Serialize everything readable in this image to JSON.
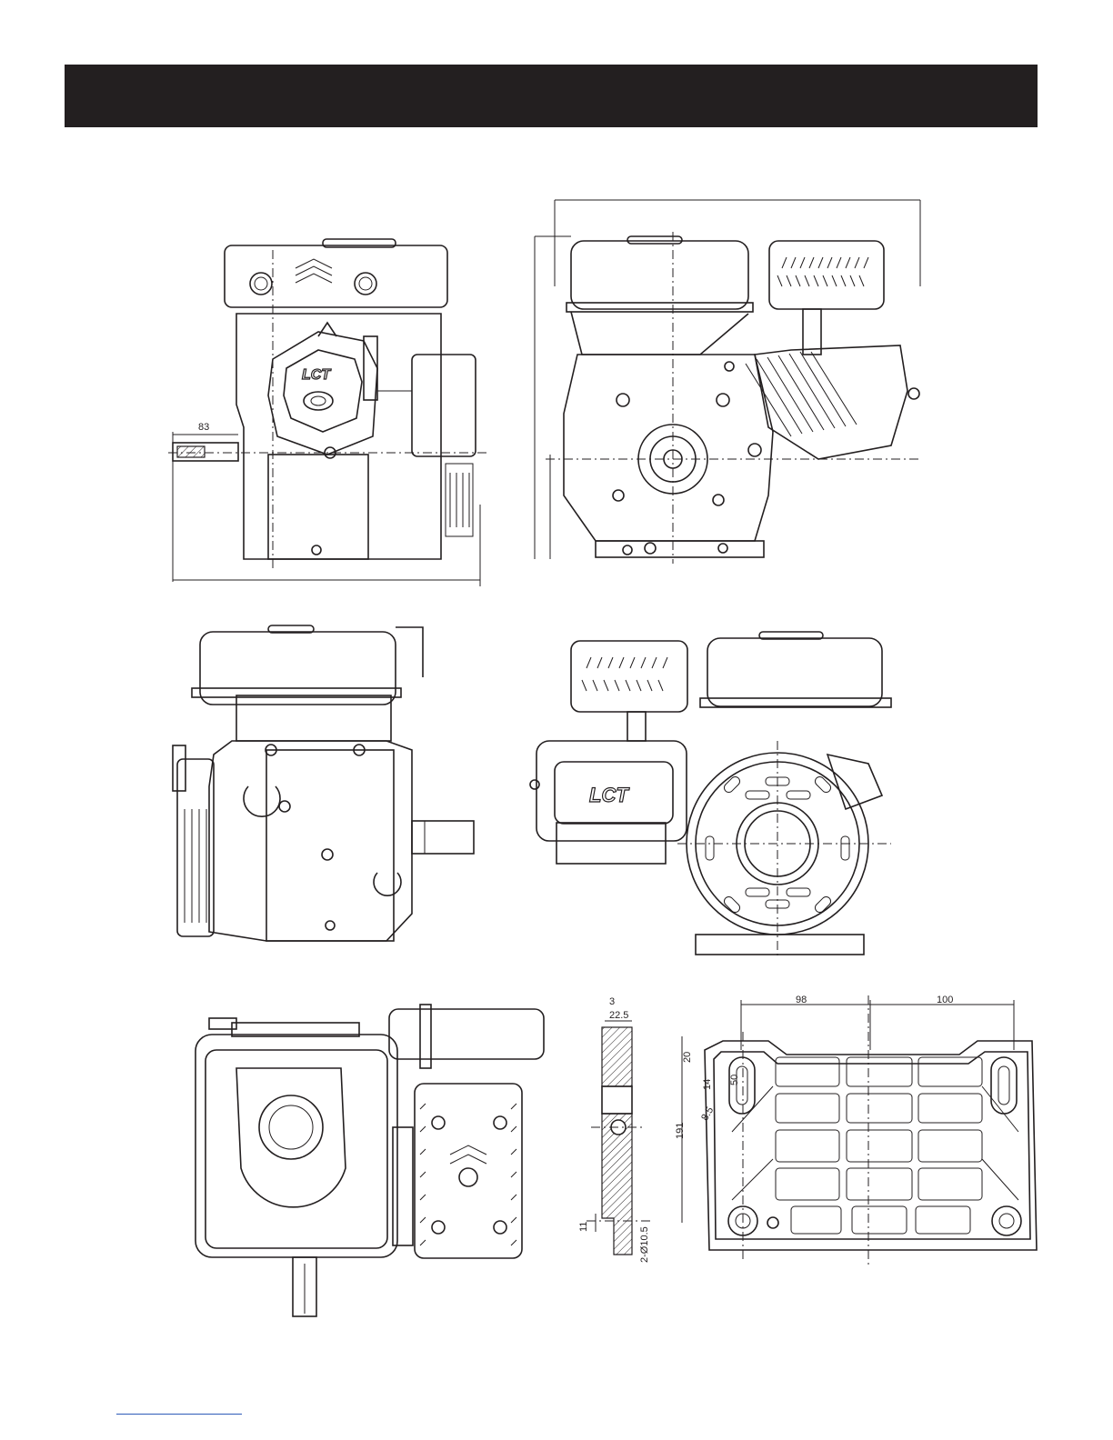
{
  "header": {
    "title": ""
  },
  "brand": {
    "logo_text": "LCT"
  },
  "dimensions": {
    "shaft_length": "83",
    "base_width_left": "98",
    "base_width_right": "100",
    "base_height": "191",
    "base_top_offset": "20",
    "slot_width": "14",
    "slot_center": "50",
    "hole_dia": "8.5",
    "side_top_a": "3",
    "side_top_b": "22.5",
    "side_bottom_a": "11",
    "side_bottom_b": "2-Ø10.5"
  },
  "colors": {
    "ink": "#231f20",
    "header_bar": "#231f20",
    "footer_rule": "#2e5bb8"
  }
}
